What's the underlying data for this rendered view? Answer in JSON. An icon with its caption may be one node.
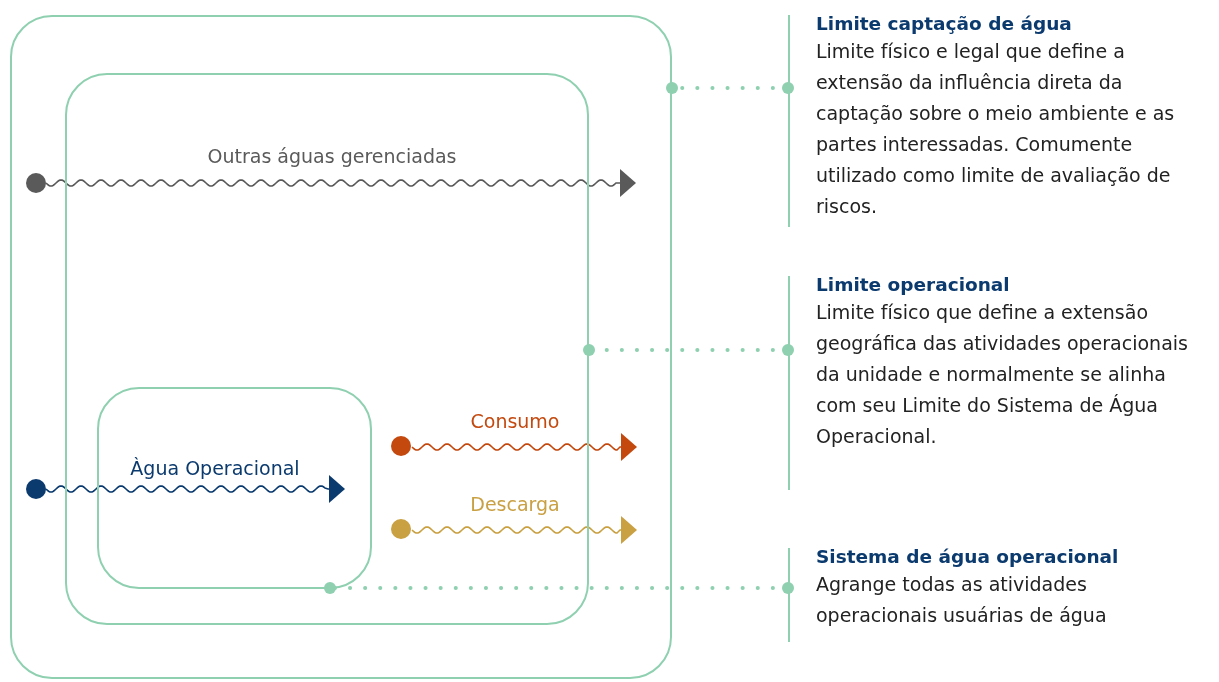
{
  "diagram": {
    "nodes": [
      {
        "text": [],
        "shape": "box"
      },
      {
        "text": [],
        "shape": "box",
        "in": 0
      },
      {
        "text": [],
        "shape": "box",
        "in": 1
      },
      {
        "text": [
          "Limite captação de água",
          "Limite físico e legal que define a extensão da influência direta da captação sobre o meio ambiente e as partes interessadas. Comumente utilizado como limite de avaliação de riscos."
        ]
      },
      {
        "text": [
          "Limite operacional",
          "Limite físico que define a extensão geográfica das atividades operacionais da unidade e normalmente se alinha com seu Limite do Sistema de Água Operacional."
        ]
      },
      {
        "text": [
          "Sistema de água operacional",
          "Agrange todas as atividades operacionais usuárias de água"
        ]
      },
      {
        "text": [],
        "shape": "circle",
        "in": 0
      },
      {
        "text": [],
        "shape": "circle",
        "in": 0
      },
      {
        "text": [],
        "shape": "circle",
        "in": 1
      },
      {
        "text": [],
        "shape": "circle",
        "in": 1
      }
    ],
    "edges": [
      {
        "from": 6,
        "to": null,
        "arrow": "to",
        "label": "Outras águas gerenciadas",
        "color": "#5a5a5a"
      },
      {
        "from": 7,
        "to": 2,
        "arrow": "to",
        "label": "Àgua Operacional",
        "color": "#0b3a6e"
      },
      {
        "from": 8,
        "to": null,
        "arrow": "to",
        "label": "Consumo",
        "color": "#c4490f"
      },
      {
        "from": 9,
        "to": null,
        "arrow": "to",
        "label": "Descarga",
        "color": "#c9a042"
      },
      {
        "from": 3,
        "to": 0,
        "arrow": "other",
        "style": "dashed"
      },
      {
        "from": 4,
        "to": 1,
        "arrow": "other",
        "style": "dashed"
      },
      {
        "from": 5,
        "to": 2,
        "arrow": "other",
        "style": "dashed"
      }
    ]
  }
}
